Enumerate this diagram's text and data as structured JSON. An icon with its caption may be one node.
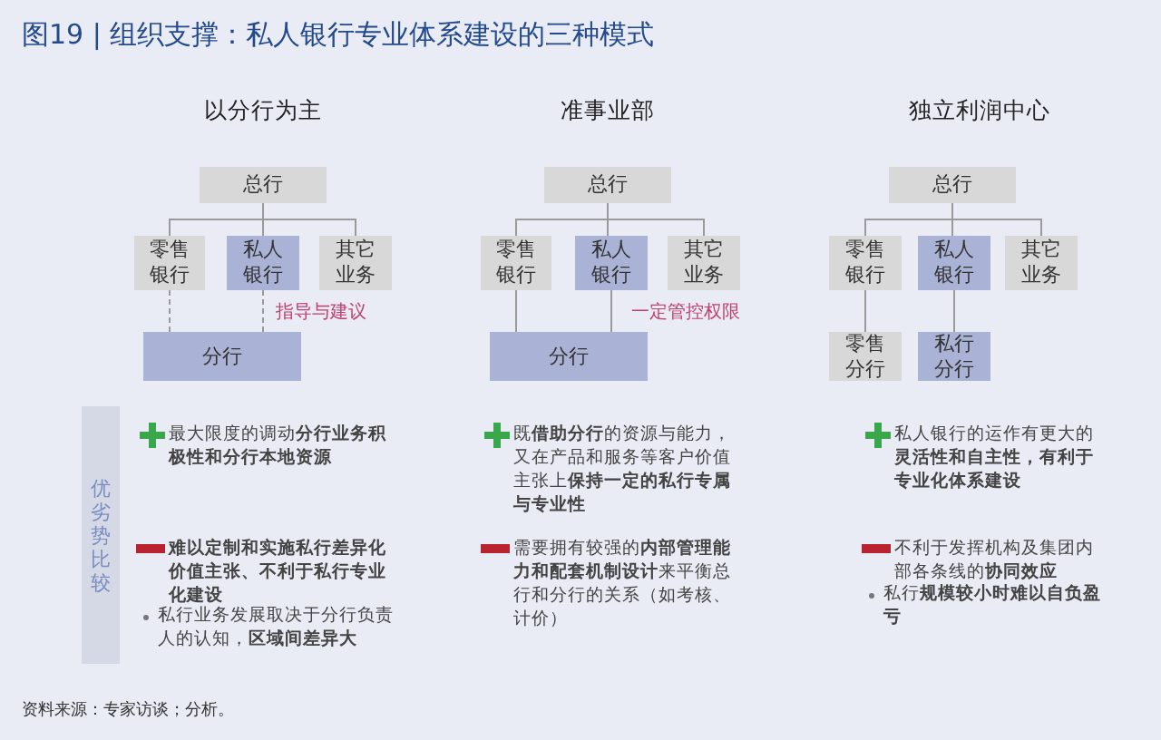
{
  "diagram": {
    "title": "图19 | 组织支撑：私人银行专业体系建设的三种模式",
    "nodes": [
      {
        "text": [
          "总行"
        ]
      },
      {
        "text": [
          "零售银行"
        ]
      },
      {
        "text": [
          "私人银行"
        ]
      },
      {
        "text": [
          "其它业务"
        ]
      },
      {
        "text": [
          "分行"
        ]
      },
      {
        "text": [
          "总行"
        ]
      },
      {
        "text": [
          "零售银行"
        ]
      },
      {
        "text": [
          "私人银行"
        ]
      },
      {
        "text": [
          "其它业务"
        ]
      },
      {
        "text": [
          "分行"
        ]
      },
      {
        "text": [
          "总行"
        ]
      },
      {
        "text": [
          "零售银行"
        ]
      },
      {
        "text": [
          "私人银行"
        ]
      },
      {
        "text": [
          "其它业务"
        ]
      },
      {
        "text": [
          "零售分行"
        ]
      },
      {
        "text": [
          "私行分行"
        ]
      },
      {
        "text": [
          "优劣势比较"
        ]
      }
    ],
    "edges": [
      {
        "from": 0,
        "to": 1,
        "arrow": "none"
      },
      {
        "from": 0,
        "to": 2,
        "arrow": "none"
      },
      {
        "from": 0,
        "to": 3,
        "arrow": "none"
      },
      {
        "from": 1,
        "to": 4,
        "arrow": "none",
        "style": "dashed"
      },
      {
        "from": 2,
        "to": 4,
        "arrow": "none",
        "style": "dashed",
        "label": "指导与建议"
      },
      {
        "from": 5,
        "to": 6,
        "arrow": "none"
      },
      {
        "from": 5,
        "to": 7,
        "arrow": "none"
      },
      {
        "from": 5,
        "to": 8,
        "arrow": "none"
      },
      {
        "from": 6,
        "to": 9,
        "arrow": "none"
      },
      {
        "from": 7,
        "to": 9,
        "arrow": "none",
        "label": "一定管控权限"
      },
      {
        "from": 10,
        "to": 11,
        "arrow": "none"
      },
      {
        "from": 10,
        "to": 12,
        "arrow": "none"
      },
      {
        "from": 10,
        "to": 13,
        "arrow": "none"
      },
      {
        "from": 11,
        "to": 14,
        "arrow": "none"
      },
      {
        "from": 12,
        "to": 15,
        "arrow": "none"
      }
    ],
    "labels": [
      "以分行为主",
      "准事业部",
      "独立利润中心",
      "最大限度的调动**分行业务积极性和分行本地资源**",
      "既**借助分行**的资源与能力，又在产品和服务等客户价值主张上**保持一定的私行专属与专业性**",
      "私人银行的运作有更大的**灵活性和自主性，有利于专业化体系建设**",
      "难以定制和实施私行差异化价值主张、不利于私行专业化建设",
      "需要拥有较强的**内部管理能力和配套机制设计**来平衡总行和分行的关系（如考核、计价）",
      "不利于发挥机构及集团内部各条线的**协同效应**",
      "私行业务发展取决于分行负责人的认知，**区域间差异大**",
      "私行**规模较小时难以自负盈亏**",
      "资料来源：专家访谈；分析。"
    ]
  }
}
